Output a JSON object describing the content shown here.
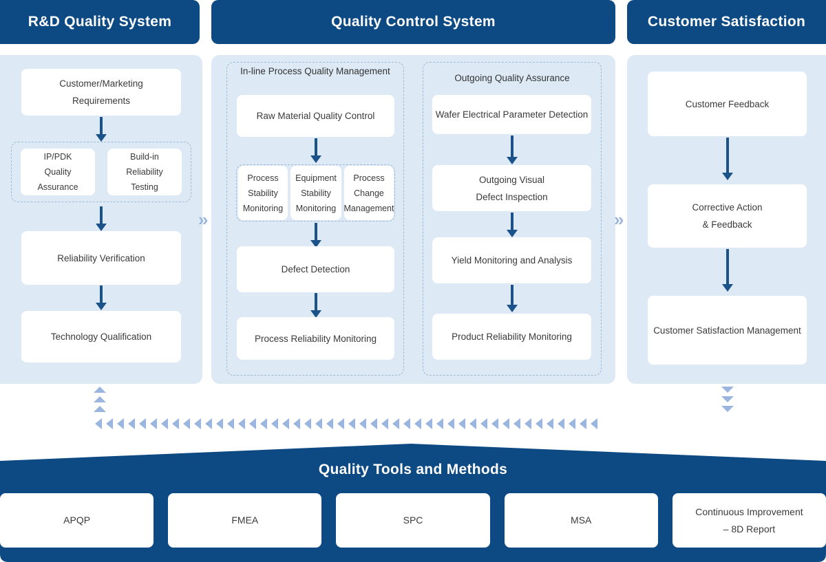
{
  "colors": {
    "header_blue": "#0d4a84",
    "panel_blue": "#dde9f4",
    "arrow_navy": "#1a5289",
    "chevron_blue": "#9ab6de",
    "node_white": "#ffffff",
    "text_dark": "#3a3a3a"
  },
  "columns": [
    {
      "id": "rd",
      "header": "R&D Quality System",
      "nodes": [
        {
          "name": "customer-marketing-requirements",
          "lines": [
            "Customer/Marketing",
            "Requirements"
          ]
        },
        {
          "name": "reliability-verification",
          "lines": [
            "Reliability Verification"
          ]
        },
        {
          "name": "technology-qualification",
          "lines": [
            "Technology Qualification"
          ]
        }
      ],
      "group": {
        "title": "",
        "nodes": [
          {
            "name": "ip-pdk-quality-assurance",
            "lines": [
              "IP/PDK",
              "Quality",
              "Assurance"
            ]
          },
          {
            "name": "build-in-reliability-testing",
            "lines": [
              "Build-in",
              "Reliability",
              "Testing"
            ]
          }
        ]
      }
    },
    {
      "id": "qc",
      "header": "Quality Control System",
      "groups": [
        {
          "name": "in-line-process-quality-management",
          "title_lines": [
            "In-line Process",
            "Quality Management"
          ],
          "nodes": [
            {
              "name": "raw-material-quality-control",
              "lines": [
                "Raw Material Quality Control"
              ]
            },
            {
              "name": "defect-detection",
              "lines": [
                "Defect Detection"
              ]
            },
            {
              "name": "process-reliability-monitoring",
              "lines": [
                "Process Reliability Monitoring"
              ]
            }
          ],
          "subgroup": [
            {
              "name": "process-stability-monitoring",
              "lines": [
                "Process",
                "Stability",
                "Monitoring"
              ]
            },
            {
              "name": "equipment-stability-monitoring",
              "lines": [
                "Equipment",
                "Stability",
                "Monitoring"
              ]
            },
            {
              "name": "process-change-management",
              "lines": [
                "Process",
                "Change",
                "Management"
              ]
            }
          ]
        },
        {
          "name": "outgoing-quality-assurance",
          "title_lines": [
            "Outgoing Quality Assurance"
          ],
          "nodes": [
            {
              "name": "wafer-electrical-parameter-detection",
              "lines": [
                "Wafer Electrical Parameter Detection"
              ]
            },
            {
              "name": "outgoing-visual-defect-inspection",
              "lines": [
                "Outgoing Visual",
                "Defect Inspection"
              ]
            },
            {
              "name": "yield-monitoring-and-analysis",
              "lines": [
                "Yield Monitoring and Analysis"
              ]
            },
            {
              "name": "product-reliability-monitoring",
              "lines": [
                "Product Reliability Monitoring"
              ]
            }
          ]
        }
      ]
    },
    {
      "id": "cs",
      "header": "Customer Satisfaction",
      "nodes": [
        {
          "name": "customer-feedback",
          "lines": [
            "Customer Feedback"
          ]
        },
        {
          "name": "corrective-action-and-feedback",
          "lines": [
            "Corrective Action",
            "& Feedback"
          ]
        },
        {
          "name": "customer-satisfaction-management",
          "lines": [
            "Customer Satisfaction Management"
          ]
        }
      ]
    }
  ],
  "separators": [
    {
      "name": "separator-rd-to-qc",
      "glyph": "»"
    },
    {
      "name": "separator-qc-to-cs",
      "glyph": "»"
    }
  ],
  "feedback_loop": {
    "name": "feedback-loop",
    "direction": "right-to-left",
    "up_chevron_count": 3,
    "down_chevron_count": 3,
    "row_chevron_count": 46
  },
  "banner": {
    "title": "Quality Tools and Methods",
    "tools": [
      {
        "name": "tool-apqp",
        "lines": [
          "APQP"
        ]
      },
      {
        "name": "tool-fmea",
        "lines": [
          "FMEA"
        ]
      },
      {
        "name": "tool-spc",
        "lines": [
          "SPC"
        ]
      },
      {
        "name": "tool-msa",
        "lines": [
          "MSA"
        ]
      },
      {
        "name": "tool-continuous-improvement",
        "lines": [
          "Continuous Improvement",
          "– 8D Report"
        ]
      }
    ]
  }
}
